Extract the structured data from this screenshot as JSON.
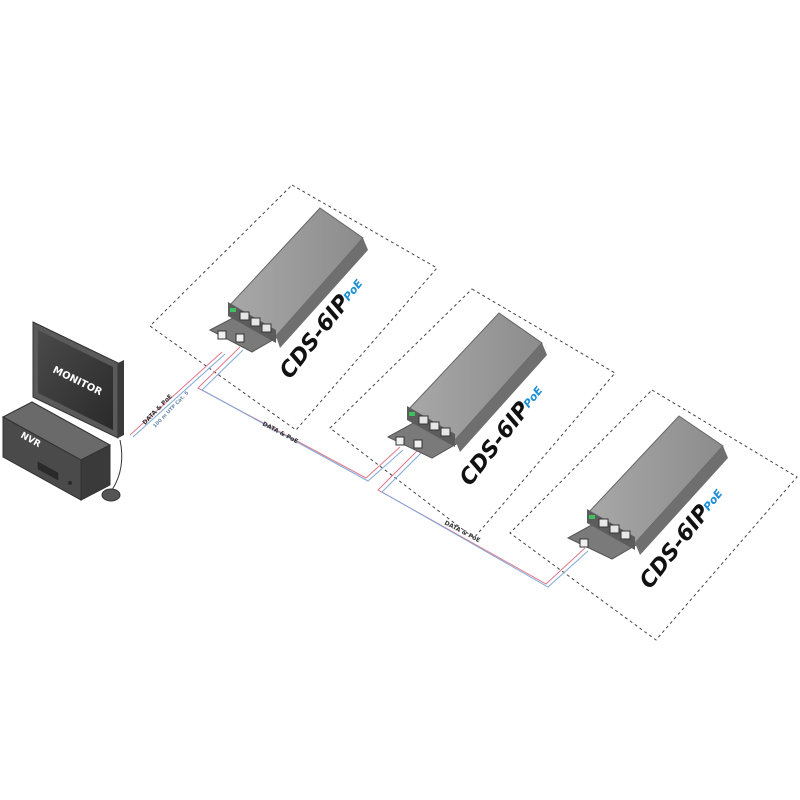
{
  "monitor": {
    "label": "MONITOR"
  },
  "nvr": {
    "label": "NVR"
  },
  "links": {
    "nvr_to_first": "DATA & PoE",
    "cable_spec": "100 m UTP Cat. 5",
    "first_to_second": "DATA & PoE",
    "second_to_third": "DATA & PoE"
  },
  "devices": [
    {
      "brand": "CDS-6IP",
      "suffix": "PoE"
    },
    {
      "brand": "CDS-6IP",
      "suffix": "PoE"
    },
    {
      "brand": "CDS-6IP",
      "suffix": "PoE"
    }
  ],
  "colors": {
    "cable_red": "#e07a8a",
    "cable_blue": "#7fa8d8",
    "device_body": "#9a9a9a",
    "led_green": "#3fbf5f",
    "accent_blue": "#1c8fd6"
  }
}
